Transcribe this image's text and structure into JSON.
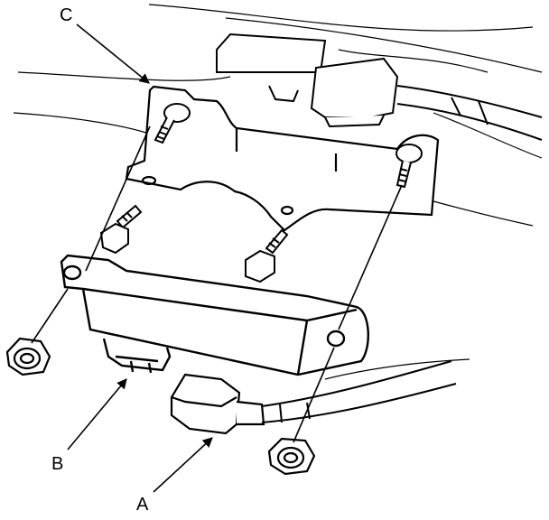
{
  "diagram": {
    "callouts": {
      "a": "A",
      "b": "B",
      "c": "C"
    },
    "colors": {
      "line": "#000000",
      "fill": "#ffffff"
    }
  }
}
